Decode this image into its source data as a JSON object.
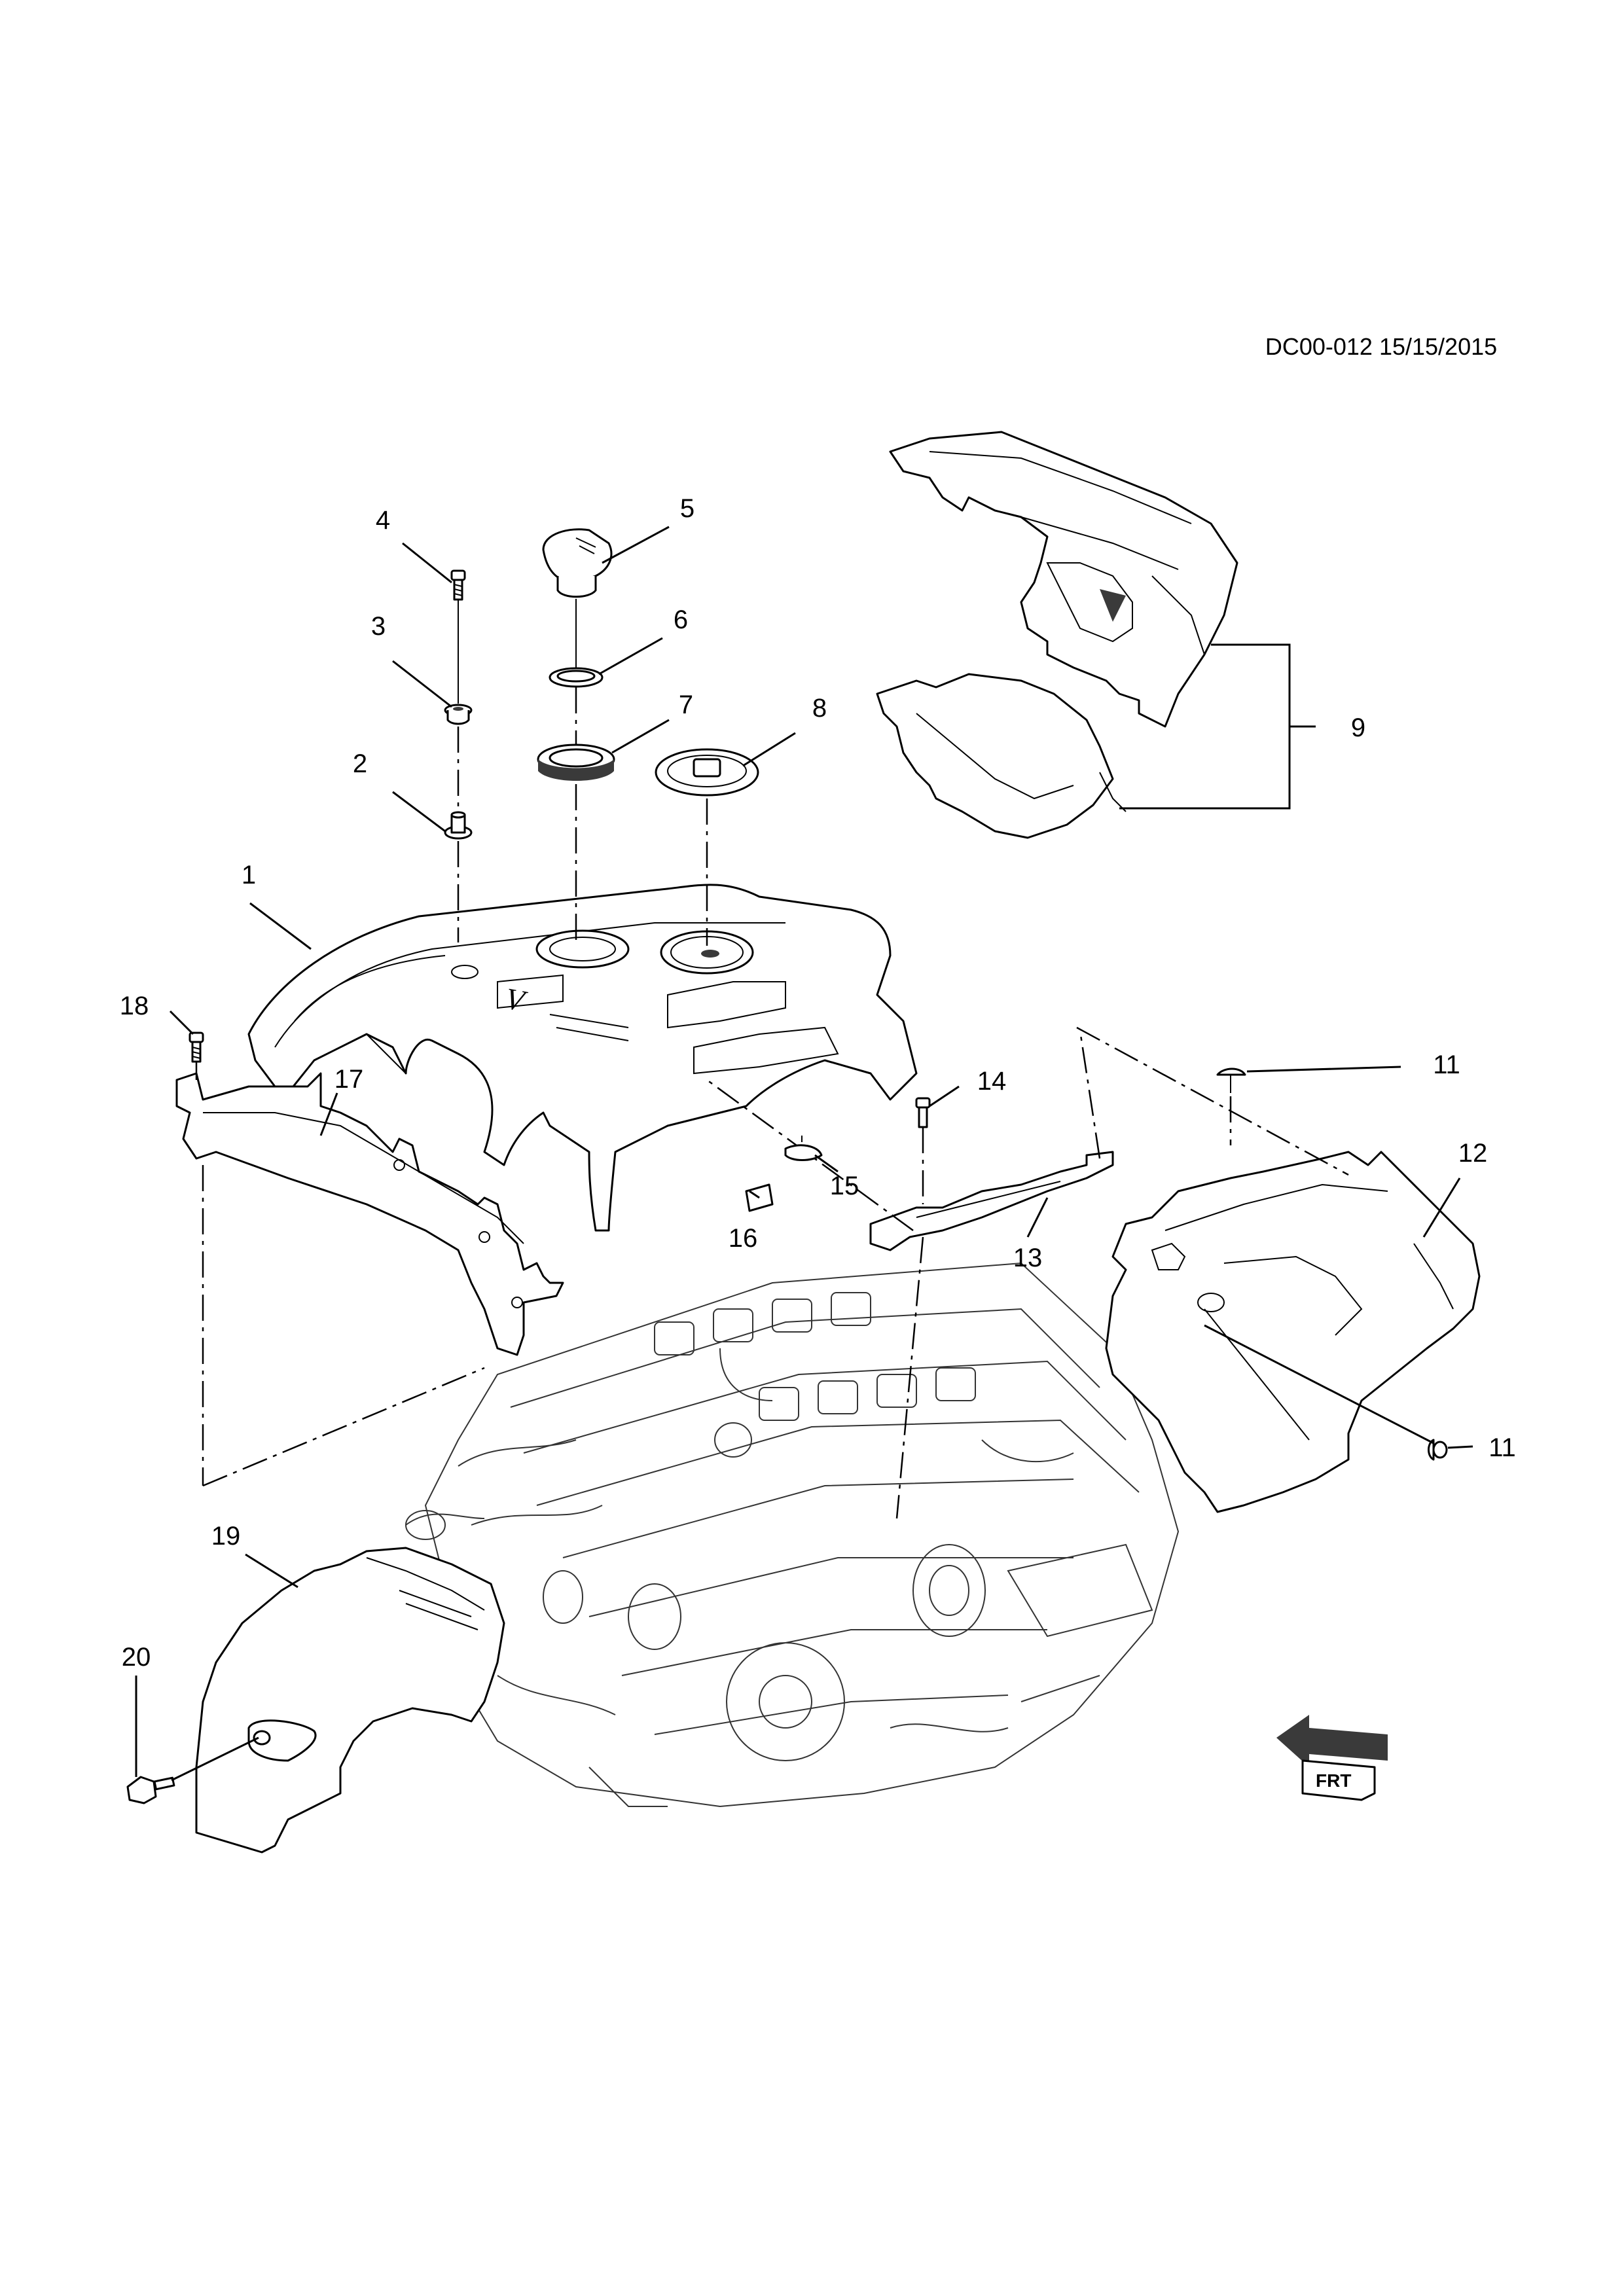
{
  "diagram": {
    "code": "DC00-012 15/15/2015",
    "callouts": {
      "c1": "1",
      "c2": "2",
      "c3": "3",
      "c4": "4",
      "c5": "5",
      "c6": "6",
      "c7": "7",
      "c8": "8",
      "c9": "9",
      "c11a": "11",
      "c11b": "11",
      "c12": "12",
      "c13": "13",
      "c14": "14",
      "c15": "15",
      "c16": "16",
      "c17": "17",
      "c18": "18",
      "c19": "19",
      "c20": "20"
    },
    "front_arrow_text": "FRT"
  }
}
